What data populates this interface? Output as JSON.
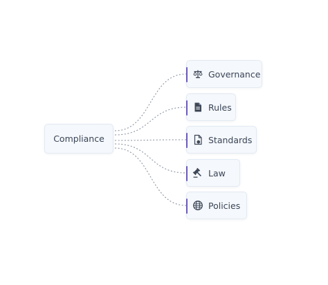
{
  "diagram": {
    "root": {
      "label": "Compliance"
    },
    "children": [
      {
        "label": "Governance",
        "icon": "scales-icon"
      },
      {
        "label": "Rules",
        "icon": "document-icon"
      },
      {
        "label": "Standards",
        "icon": "file-seal-icon"
      },
      {
        "label": "Law",
        "icon": "gavel-icon"
      },
      {
        "label": "Policies",
        "icon": "globe-icon"
      }
    ],
    "colors": {
      "node_fill": "#f5f8fc",
      "node_border": "#e3eaf3",
      "accent": "#6b5bb5",
      "connector": "#8b95a3",
      "icon": "#3d4757",
      "text": "#3a4556"
    }
  }
}
